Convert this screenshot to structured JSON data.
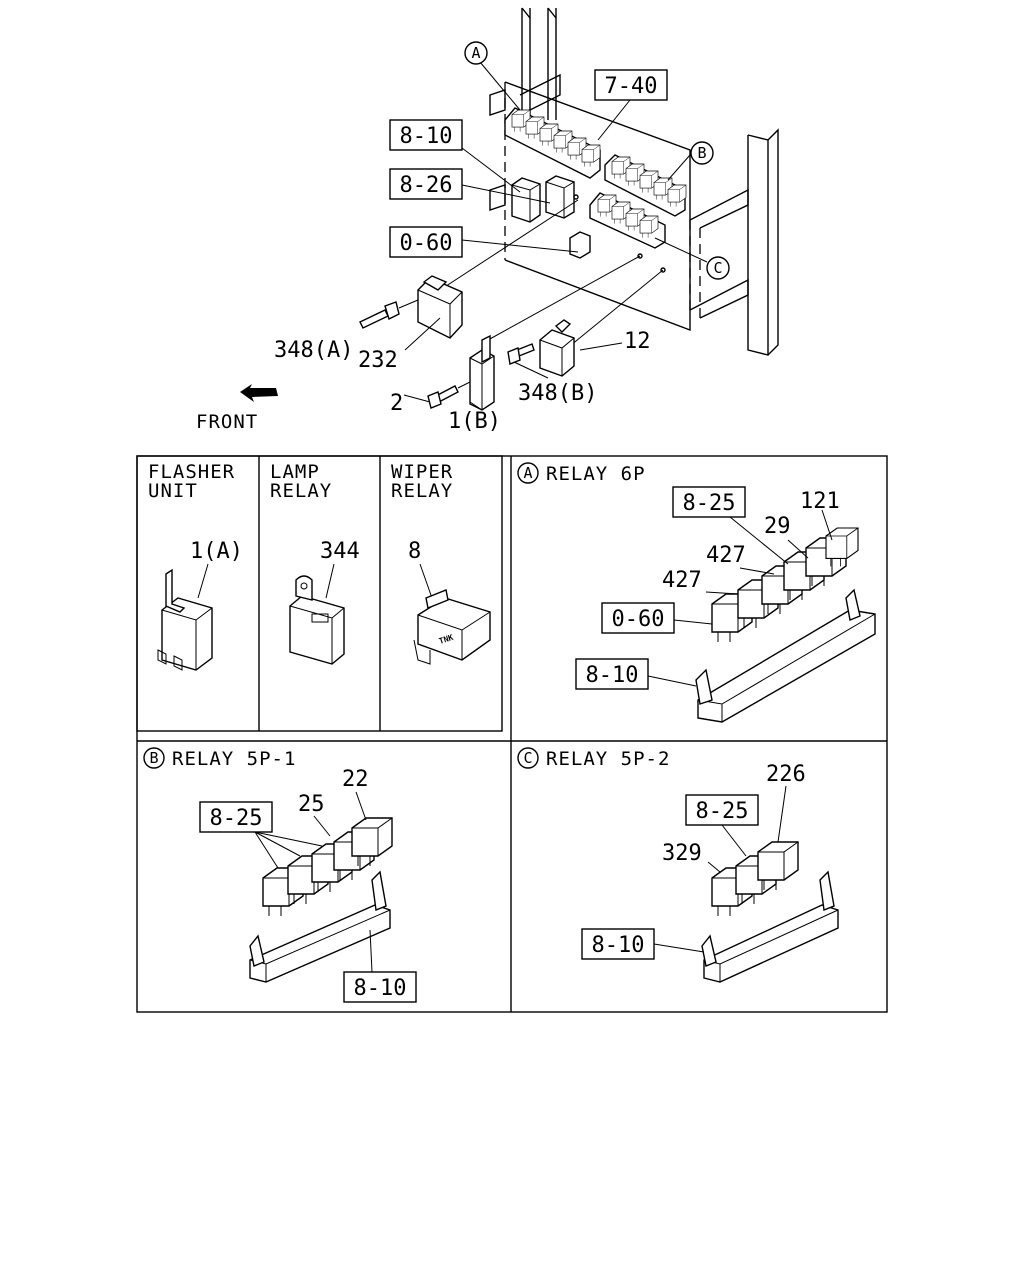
{
  "main_view": {
    "callouts": {
      "c_A": "A",
      "c_B": "B",
      "c_C": "C"
    },
    "boxed_refs": {
      "r_7_40": "7-40",
      "r_8_10": "8-10",
      "r_8_26": "8-26",
      "r_0_60": "0-60"
    },
    "part_numbers": {
      "p_348A": "348(A)",
      "p_232": "232",
      "p_2": "2",
      "p_1B": "1(B)",
      "p_348B": "348(B)",
      "p_12": "12"
    },
    "front_label": "FRONT"
  },
  "panels": {
    "flasher": {
      "title_1": "FLASHER",
      "title_2": "UNIT",
      "part": "1(A)"
    },
    "lamp": {
      "title_1": "LAMP",
      "title_2": "RELAY",
      "part": "344"
    },
    "wiper": {
      "title_1": "WIPER",
      "title_2": "RELAY",
      "part": "8",
      "marking": "TNK"
    },
    "relay_6p": {
      "circle": "A",
      "title": "RELAY 6P",
      "ref_8_25": "8-25",
      "ref_0_60": "0-60",
      "ref_8_10": "8-10",
      "p_121": "121",
      "p_29": "29",
      "p_427_a": "427",
      "p_427_b": "427"
    },
    "relay_5p1": {
      "circle": "B",
      "title": "RELAY 5P-1",
      "ref_8_25": "8-25",
      "ref_8_10": "8-10",
      "p_22": "22",
      "p_25": "25"
    },
    "relay_5p2": {
      "circle": "C",
      "title": "RELAY 5P-2",
      "ref_8_25": "8-25",
      "ref_8_10": "8-10",
      "p_226": "226",
      "p_329": "329"
    }
  }
}
